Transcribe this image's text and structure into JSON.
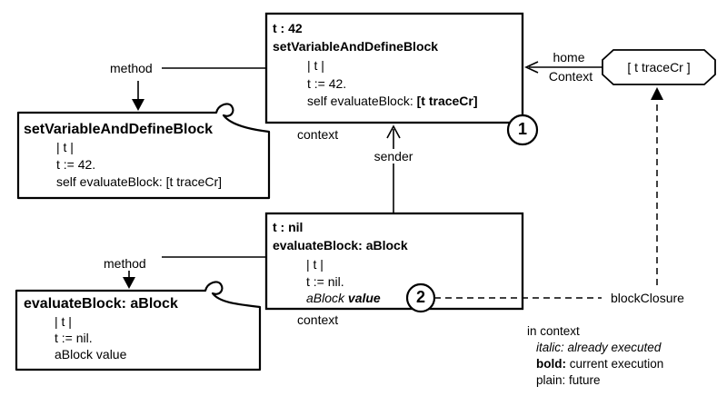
{
  "colors": {
    "ink": "#000000",
    "background": "#ffffff"
  },
  "context1": {
    "var_line": "t : 42",
    "method_line": "setVariableAndDefineBlock",
    "temp_line": "| t |",
    "assign_line": "t := 42.",
    "send_plain": "self evaluateBlock: ",
    "send_bold": "[t traceCr]",
    "badge": "1",
    "caption": "context"
  },
  "context2": {
    "var_line": "t : nil",
    "method_line": "evaluateBlock: aBlock",
    "temp_line": "| t |",
    "assign_line": "t := nil.",
    "exec_italic": "aBlock",
    "exec_bold_italic": " value",
    "badge": "2",
    "caption": "context"
  },
  "method_note1": {
    "pointer_label": "method",
    "title": "setVariableAndDefineBlock",
    "lines": [
      "| t |",
      "t := 42.",
      "self evaluateBlock: [t traceCr]"
    ]
  },
  "method_note2": {
    "pointer_label": "method",
    "title": "evaluateBlock: aBlock",
    "lines": [
      "| t |",
      "t := nil.",
      "aBlock value"
    ]
  },
  "sender_label": "sender",
  "home_arrow": {
    "line1": "home",
    "line2": "Context"
  },
  "block_closure": {
    "text": "[ t traceCr ]",
    "label": "blockClosure"
  },
  "legend": {
    "title": "in context",
    "italic_line": "italic: already executed",
    "bold_key": "bold:",
    "bold_rest": " current execution",
    "plain_line": "plain: future"
  }
}
